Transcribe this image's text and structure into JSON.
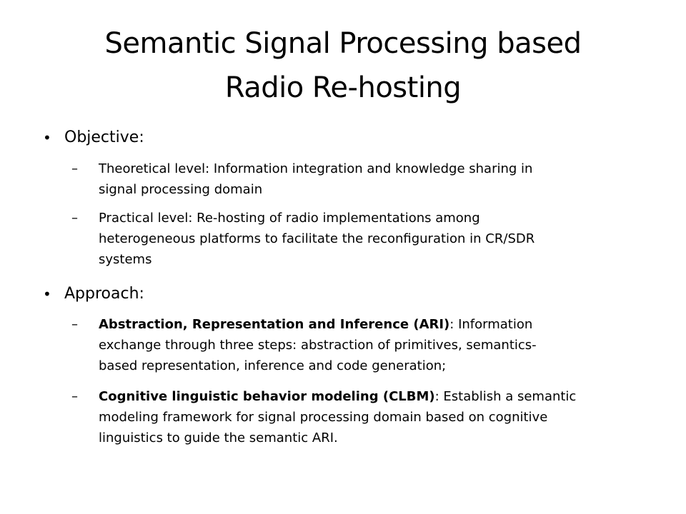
{
  "title": {
    "line1": "Semantic Signal Processing based",
    "line2": "Radio Re-hosting"
  },
  "objective": {
    "label": "Objective:",
    "items": [
      {
        "lines": [
          "Theoretical level: Information integration and knowledge sharing in",
          "signal processing domain"
        ]
      },
      {
        "lines": [
          "Practical level: Re-hosting of radio implementations among",
          "heterogeneous platforms to facilitate the reconfiguration in CR/SDR",
          "systems"
        ]
      }
    ]
  },
  "approach": {
    "label": "Approach:",
    "items": [
      {
        "bold": "Abstraction, Representation and Inference (ARI)",
        "rest_line1": ": Information",
        "lines": [
          "exchange through three steps: abstraction of primitives, semantics-",
          "based representation, inference and code generation;"
        ]
      },
      {
        "bold": "Cognitive linguistic behavior modeling (CLBM)",
        "rest_line1": ": Establish a semantic",
        "lines": [
          "modeling framework for signal processing domain based on cognitive",
          "linguistics to guide the semantic ARI."
        ]
      }
    ]
  },
  "symbols": {
    "bullet": "•",
    "dash": "–"
  }
}
